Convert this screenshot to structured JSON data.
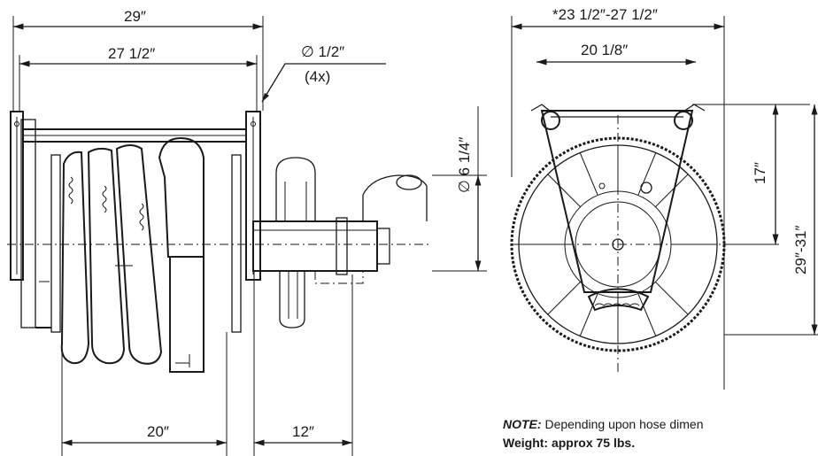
{
  "dimensions": {
    "overall_width": "29″",
    "frame_width": "27 1/2″",
    "bolt_hole": "∅ 1/2″",
    "bolt_count": "(4x)",
    "hose_diameter": "∅ 6 1/4″",
    "base_width": "20″",
    "outlet_length": "12″",
    "side_overall_width": "*23 1/2″-27 1/2″",
    "side_frame_width": "20 1/8″",
    "side_height": "17″",
    "side_total_height": "29″-31″"
  },
  "note": {
    "label": "NOTE:",
    "text": " Depending upon hose dimen",
    "weight": "Weight: approx 75 lbs."
  }
}
